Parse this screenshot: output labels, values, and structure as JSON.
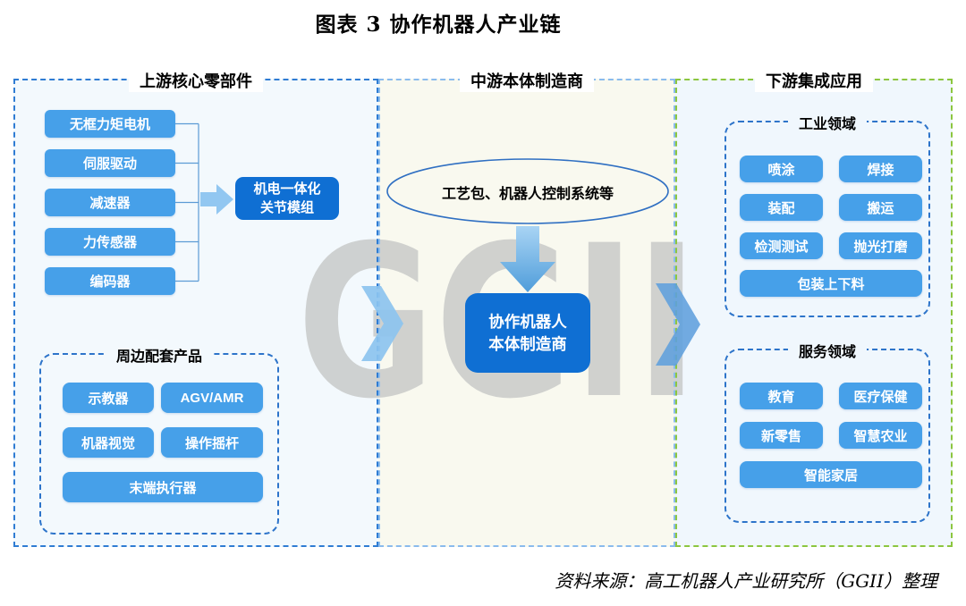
{
  "title": "图表 3  协作机器人产业链",
  "source": "资料来源：高工机器人产业研究所（GGII）整理",
  "watermark": "GGII",
  "colors": {
    "box_blue": "#46a0e9",
    "box_dark_blue": "#0f6fd3",
    "dash_blue": "#2f7cd3",
    "dash_light_blue": "#8abbed",
    "dash_green": "#8cc63f",
    "mid_bg_cream": "#f9f9ef",
    "side_bg_blue": "#f3f9fd"
  },
  "upstream": {
    "header": "上游核心零部件",
    "components": [
      "无框力矩电机",
      "伺服驱动",
      "减速器",
      "力传感器",
      "编码器"
    ],
    "module_box": "机电一体化\n关节模组",
    "peripheral": {
      "header": "周边配套产品",
      "items": [
        "示教器",
        "AGV/AMR",
        "机器视觉",
        "操作摇杆",
        "末端执行器"
      ]
    }
  },
  "midstream": {
    "header": "中游本体制造商",
    "ellipse_label": "工艺包、机器人控制系统等",
    "manufacturer_box": "协作机器人\n本体制造商"
  },
  "downstream": {
    "header": "下游集成应用",
    "industrial": {
      "header": "工业领域",
      "items": [
        "喷涂",
        "焊接",
        "装配",
        "搬运",
        "检测测试",
        "抛光打磨",
        "包装上下料"
      ]
    },
    "service": {
      "header": "服务领域",
      "items": [
        "教育",
        "医疗保健",
        "新零售",
        "智慧农业",
        "智能家居"
      ]
    }
  }
}
